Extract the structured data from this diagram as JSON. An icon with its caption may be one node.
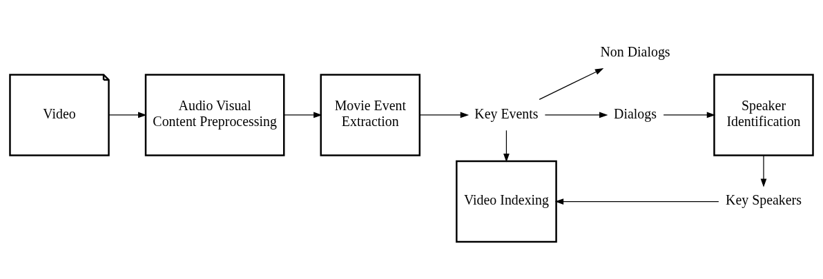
{
  "diagram": {
    "nodes": [
      {
        "text": [
          "Video"
        ]
      },
      {
        "text": [
          "Audio Visual Content Preprocessing"
        ]
      },
      {
        "text": [
          "Movie Event Extraction"
        ]
      },
      {
        "text": [
          "Key Events"
        ]
      },
      {
        "text": [
          "Non Dialogs"
        ]
      },
      {
        "text": [
          "Dialogs"
        ]
      },
      {
        "text": [
          "Speaker Identification"
        ]
      },
      {
        "text": [
          "Video Indexing"
        ]
      },
      {
        "text": [
          "Key Speakers"
        ]
      }
    ],
    "edges": [
      {
        "from": 0,
        "to": 1,
        "arrow": "to"
      },
      {
        "from": 1,
        "to": 2,
        "arrow": "to"
      },
      {
        "from": 2,
        "to": 3,
        "arrow": "to"
      },
      {
        "from": 3,
        "to": 4,
        "arrow": "to"
      },
      {
        "from": 3,
        "to": 5,
        "arrow": "to"
      },
      {
        "from": 5,
        "to": 6,
        "arrow": "to"
      },
      {
        "from": 3,
        "to": 7,
        "arrow": "to"
      },
      {
        "from": 6,
        "to": 8,
        "arrow": "to"
      },
      {
        "from": 8,
        "to": 7,
        "arrow": "to"
      }
    ]
  }
}
